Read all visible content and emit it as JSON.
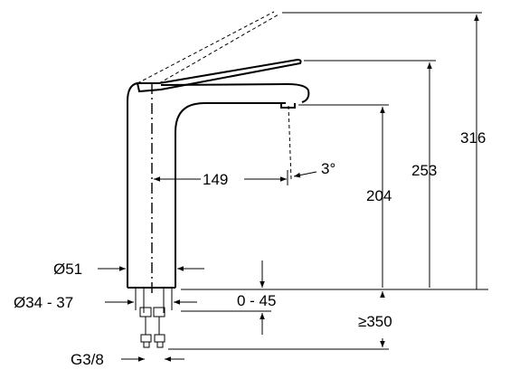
{
  "dimensions": {
    "total_height": "316",
    "lever_height": "253",
    "spout_height": "204",
    "spout_reach": "149",
    "spout_angle": "3°",
    "body_diameter": "Ø51",
    "hole_diameter": "Ø34 - 37",
    "deck_thickness": "0 - 45",
    "hose_length": "≥350",
    "thread": "G3/8"
  }
}
